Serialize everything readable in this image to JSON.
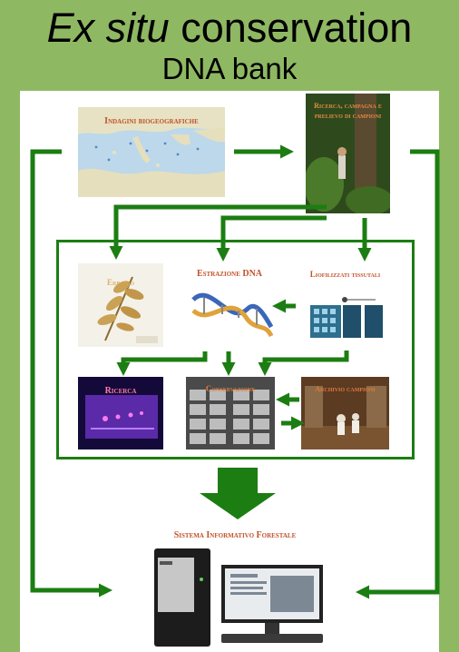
{
  "header": {
    "title_italic": "Ex situ",
    "title_rest": " conservation",
    "subtitle": "DNA bank"
  },
  "nodes": {
    "map": "Indagini biogeografiche",
    "sampling": "Ricerca, campagna e prelievo di campioni",
    "herbarium": "Erbario",
    "extraction": "Estrazione DNA",
    "lyophilized": "Liofilizzati tissutali",
    "research": "Ricerca",
    "storage": "Conservazione",
    "archive": "Archivio campioni",
    "info_system": "Sistema Informativo Forestale"
  },
  "colors": {
    "frame": "#8fb863",
    "arrow": "#1c7d12",
    "box_border": "#1c7d12",
    "caption": "#c0522a"
  }
}
